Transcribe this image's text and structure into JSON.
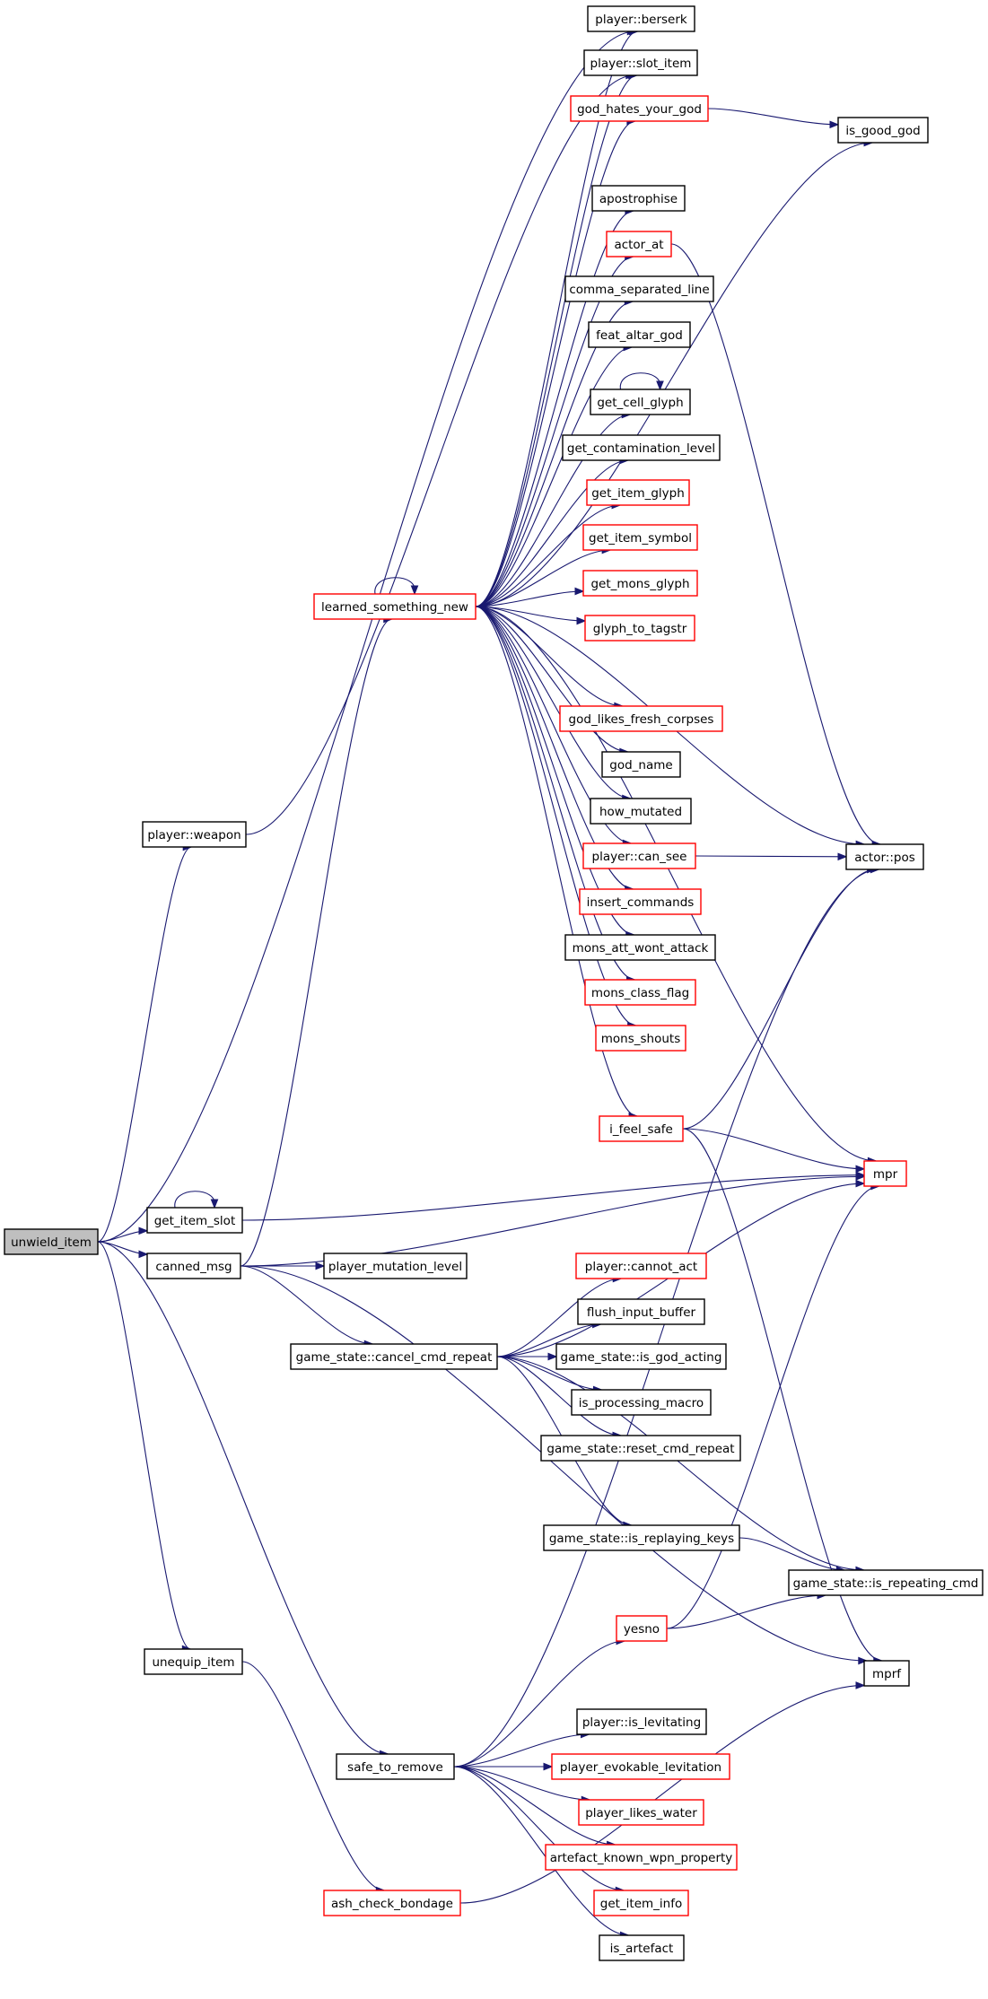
{
  "colors": {
    "edge": "#191970",
    "root_fill": "#bfbfbf",
    "node_fill": "#ffffff",
    "border_black": "#000000",
    "border_red": "#ff0000"
  },
  "nodes": {
    "unwield_item": {
      "label": "unwield_item",
      "border": "black",
      "root": true
    },
    "player_weapon": {
      "label": "player::weapon",
      "border": "black"
    },
    "get_item_slot": {
      "label": "get_item_slot",
      "border": "black"
    },
    "canned_msg": {
      "label": "canned_msg",
      "border": "black"
    },
    "unequip_item": {
      "label": "unequip_item",
      "border": "black"
    },
    "ash_check_bondage": {
      "label": "ash_check_bondage",
      "border": "red"
    },
    "learned_something_new": {
      "label": "learned_something_new",
      "border": "red"
    },
    "player_mutation_level": {
      "label": "player_mutation_level",
      "border": "black"
    },
    "cancel_cmd_repeat": {
      "label": "game_state::cancel_cmd_repeat",
      "border": "black"
    },
    "safe_to_remove": {
      "label": "safe_to_remove",
      "border": "black"
    },
    "player_berserk": {
      "label": "player::berserk",
      "border": "black"
    },
    "player_slot_item": {
      "label": "player::slot_item",
      "border": "black"
    },
    "god_hates_your_god": {
      "label": "god_hates_your_god",
      "border": "red"
    },
    "is_good_god": {
      "label": "is_good_god",
      "border": "black"
    },
    "apostrophise": {
      "label": "apostrophise",
      "border": "black"
    },
    "actor_at": {
      "label": "actor_at",
      "border": "red"
    },
    "comma_separated_line": {
      "label": "comma_separated_line",
      "border": "black"
    },
    "feat_altar_god": {
      "label": "feat_altar_god",
      "border": "black"
    },
    "get_cell_glyph": {
      "label": "get_cell_glyph",
      "border": "black"
    },
    "get_contamination_level": {
      "label": "get_contamination_level",
      "border": "black"
    },
    "get_item_glyph": {
      "label": "get_item_glyph",
      "border": "red"
    },
    "get_item_symbol": {
      "label": "get_item_symbol",
      "border": "red"
    },
    "get_mons_glyph": {
      "label": "get_mons_glyph",
      "border": "red"
    },
    "glyph_to_tagstr": {
      "label": "glyph_to_tagstr",
      "border": "red"
    },
    "god_likes_fresh_corpses": {
      "label": "god_likes_fresh_corpses",
      "border": "red"
    },
    "god_name": {
      "label": "god_name",
      "border": "black"
    },
    "how_mutated": {
      "label": "how_mutated",
      "border": "black"
    },
    "player_can_see": {
      "label": "player::can_see",
      "border": "red"
    },
    "insert_commands": {
      "label": "insert_commands",
      "border": "red"
    },
    "mons_att_wont_attack": {
      "label": "mons_att_wont_attack",
      "border": "black"
    },
    "mons_class_flag": {
      "label": "mons_class_flag",
      "border": "red"
    },
    "mons_shouts": {
      "label": "mons_shouts",
      "border": "red"
    },
    "i_feel_safe": {
      "label": "i_feel_safe",
      "border": "red"
    },
    "actor_pos": {
      "label": "actor::pos",
      "border": "black"
    },
    "mpr": {
      "label": "mpr",
      "border": "red"
    },
    "player_cannot_act": {
      "label": "player::cannot_act",
      "border": "red"
    },
    "flush_input_buffer": {
      "label": "flush_input_buffer",
      "border": "black"
    },
    "is_god_acting": {
      "label": "game_state::is_god_acting",
      "border": "black"
    },
    "is_processing_macro": {
      "label": "is_processing_macro",
      "border": "black"
    },
    "reset_cmd_repeat": {
      "label": "game_state::reset_cmd_repeat",
      "border": "black"
    },
    "is_replaying_keys": {
      "label": "game_state::is_replaying_keys",
      "border": "black"
    },
    "is_repeating_cmd": {
      "label": "game_state::is_repeating_cmd",
      "border": "black"
    },
    "yesno": {
      "label": "yesno",
      "border": "red"
    },
    "mprf": {
      "label": "mprf",
      "border": "black"
    },
    "player_is_levitating": {
      "label": "player::is_levitating",
      "border": "black"
    },
    "player_evokable_levitation": {
      "label": "player_evokable_levitation",
      "border": "red"
    },
    "player_likes_water": {
      "label": "player_likes_water",
      "border": "red"
    },
    "artefact_known_wpn_property": {
      "label": "artefact_known_wpn_property",
      "border": "red"
    },
    "get_item_info": {
      "label": "get_item_info",
      "border": "red"
    },
    "is_artefact": {
      "label": "is_artefact",
      "border": "black"
    }
  },
  "edges": [
    [
      "unwield_item",
      "player_berserk"
    ],
    [
      "unwield_item",
      "player_weapon"
    ],
    [
      "unwield_item",
      "get_item_slot"
    ],
    [
      "unwield_item",
      "canned_msg"
    ],
    [
      "unwield_item",
      "unequip_item"
    ],
    [
      "unwield_item",
      "safe_to_remove"
    ],
    [
      "player_weapon",
      "player_slot_item"
    ],
    [
      "get_item_slot",
      "get_item_slot"
    ],
    [
      "get_item_slot",
      "mpr"
    ],
    [
      "canned_msg",
      "learned_something_new"
    ],
    [
      "canned_msg",
      "player_mutation_level"
    ],
    [
      "canned_msg",
      "cancel_cmd_repeat"
    ],
    [
      "canned_msg",
      "mpr"
    ],
    [
      "canned_msg",
      "mprf"
    ],
    [
      "unequip_item",
      "ash_check_bondage"
    ],
    [
      "ash_check_bondage",
      "mprf"
    ],
    [
      "learned_something_new",
      "learned_something_new"
    ],
    [
      "learned_something_new",
      "player_berserk"
    ],
    [
      "learned_something_new",
      "player_slot_item"
    ],
    [
      "learned_something_new",
      "god_hates_your_god"
    ],
    [
      "learned_something_new",
      "is_good_god"
    ],
    [
      "learned_something_new",
      "apostrophise"
    ],
    [
      "learned_something_new",
      "actor_at"
    ],
    [
      "learned_something_new",
      "comma_separated_line"
    ],
    [
      "learned_something_new",
      "feat_altar_god"
    ],
    [
      "learned_something_new",
      "get_cell_glyph"
    ],
    [
      "learned_something_new",
      "get_contamination_level"
    ],
    [
      "learned_something_new",
      "get_item_glyph"
    ],
    [
      "learned_something_new",
      "get_item_symbol"
    ],
    [
      "learned_something_new",
      "get_mons_glyph"
    ],
    [
      "learned_something_new",
      "glyph_to_tagstr"
    ],
    [
      "learned_something_new",
      "god_likes_fresh_corpses"
    ],
    [
      "learned_something_new",
      "god_name"
    ],
    [
      "learned_something_new",
      "how_mutated"
    ],
    [
      "learned_something_new",
      "player_can_see"
    ],
    [
      "learned_something_new",
      "insert_commands"
    ],
    [
      "learned_something_new",
      "mons_att_wont_attack"
    ],
    [
      "learned_something_new",
      "mons_class_flag"
    ],
    [
      "learned_something_new",
      "mons_shouts"
    ],
    [
      "learned_something_new",
      "i_feel_safe"
    ],
    [
      "learned_something_new",
      "actor_pos"
    ],
    [
      "learned_something_new",
      "mpr"
    ],
    [
      "god_hates_your_god",
      "is_good_god"
    ],
    [
      "actor_at",
      "actor_pos"
    ],
    [
      "get_cell_glyph",
      "get_cell_glyph"
    ],
    [
      "player_can_see",
      "actor_pos"
    ],
    [
      "i_feel_safe",
      "actor_pos"
    ],
    [
      "i_feel_safe",
      "mpr"
    ],
    [
      "i_feel_safe",
      "mprf"
    ],
    [
      "cancel_cmd_repeat",
      "mpr"
    ],
    [
      "cancel_cmd_repeat",
      "player_cannot_act"
    ],
    [
      "cancel_cmd_repeat",
      "flush_input_buffer"
    ],
    [
      "cancel_cmd_repeat",
      "is_god_acting"
    ],
    [
      "cancel_cmd_repeat",
      "is_processing_macro"
    ],
    [
      "cancel_cmd_repeat",
      "reset_cmd_repeat"
    ],
    [
      "cancel_cmd_repeat",
      "is_replaying_keys"
    ],
    [
      "cancel_cmd_repeat",
      "is_repeating_cmd"
    ],
    [
      "is_replaying_keys",
      "is_repeating_cmd"
    ],
    [
      "safe_to_remove",
      "actor_pos"
    ],
    [
      "safe_to_remove",
      "yesno"
    ],
    [
      "safe_to_remove",
      "player_is_levitating"
    ],
    [
      "safe_to_remove",
      "player_evokable_levitation"
    ],
    [
      "safe_to_remove",
      "player_likes_water"
    ],
    [
      "safe_to_remove",
      "artefact_known_wpn_property"
    ],
    [
      "safe_to_remove",
      "get_item_info"
    ],
    [
      "safe_to_remove",
      "is_artefact"
    ],
    [
      "yesno",
      "mpr"
    ],
    [
      "yesno",
      "is_repeating_cmd"
    ]
  ]
}
